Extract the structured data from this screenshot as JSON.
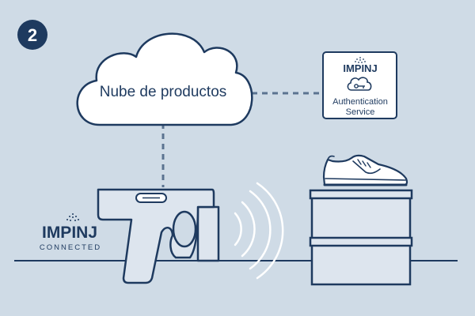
{
  "step": {
    "number": "2"
  },
  "cloud": {
    "label": "Nube de productos"
  },
  "auth_box": {
    "brand": "IMPINJ",
    "line1": "Authentication",
    "line2": "Service"
  },
  "left_logo": {
    "brand": "IMPINJ",
    "sub": "CONNECTED"
  },
  "colors": {
    "background": "#cfdbe6",
    "navy": "#1e3a5f",
    "device_fill": "#dde5ee",
    "white": "#ffffff"
  },
  "icons": [
    "cloud-icon",
    "cloud-key-icon",
    "rfid-reader-icon",
    "sneaker-icon",
    "pedestal-icon",
    "radio-waves-icon"
  ]
}
